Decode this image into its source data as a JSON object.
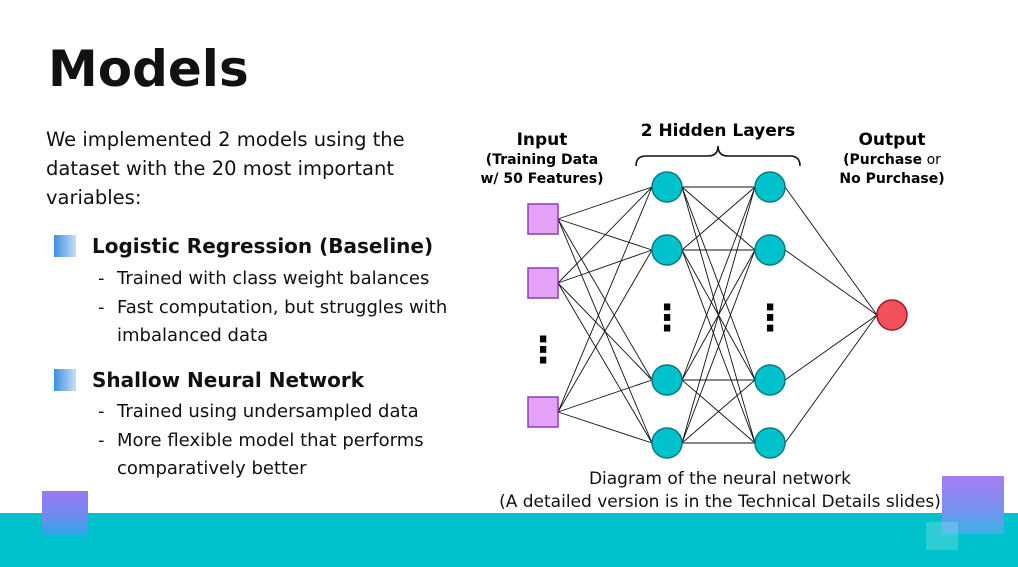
{
  "title": "Models",
  "intro": "We implemented 2 models using the dataset with the 20 most important variables:",
  "bullets": [
    {
      "heading": "Logistic Regression (Baseline)",
      "items": [
        "Trained with class weight balances",
        "Fast computation, but struggles with imbalanced data"
      ]
    },
    {
      "heading": "Shallow Neural Network",
      "items": [
        "Trained using undersampled data",
        "More flexible model that performs comparatively better"
      ]
    }
  ],
  "diagram": {
    "input_title": "Input",
    "input_sub1": "(Training Data",
    "input_sub2": "w/ 50 Features)",
    "hidden_title": "2 Hidden Layers",
    "output_title": "Output",
    "output_sub1_bold": "(Purchase",
    "output_sub1_rest": " or",
    "output_sub2": "No Purchase)",
    "ellipsis": "⋮",
    "caption1": "Diagram of the neural network",
    "caption2": "(A detailed version is in the Technical Details slides)",
    "colors": {
      "input_node": "#e5a1f5",
      "input_stroke": "#8a3fb5",
      "hidden_node": "#00c2cc",
      "hidden_stroke": "#087a80",
      "output_node": "#f2505a",
      "output_stroke": "#9c1c24",
      "band": "#00c2cc"
    }
  }
}
